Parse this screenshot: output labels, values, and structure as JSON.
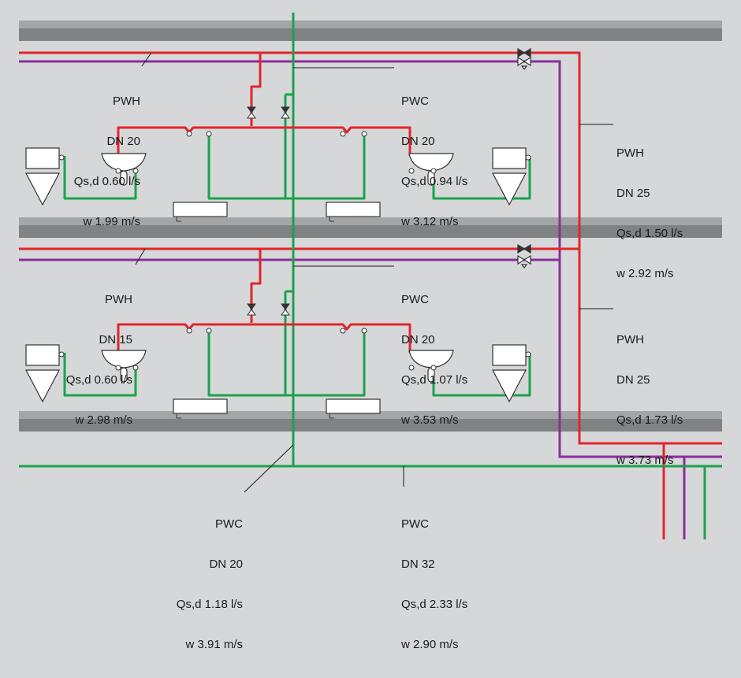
{
  "colors": {
    "background": "#d5d7d8",
    "floor_slab": "#808284",
    "floor_slab_light": "#a3a5a7",
    "pwh_hot_water": "#e3242b",
    "circulation": "#8a2d9c",
    "pwc_cold_water": "#1aa34a",
    "fixture_fill": "#ffffff",
    "leader_line": "#1a1a1a"
  },
  "labels": {
    "floor1_pwh": {
      "medium": "PWH",
      "dn": "DN 20",
      "flow": "Qs,d 0.60 l/s",
      "velocity": "w 1.99 m/s"
    },
    "floor1_pwc": {
      "medium": "PWC",
      "dn": "DN 20",
      "flow": "Qs,d 0.94 l/s",
      "velocity": "w 3.12 m/s"
    },
    "riser_pwh_upper": {
      "medium": "PWH",
      "dn": "DN 25",
      "flow": "Qs,d 1.50 l/s",
      "velocity": "w 2.92 m/s"
    },
    "floor2_pwh": {
      "medium": "PWH",
      "dn": "DN 15",
      "flow": "Qs,d 0.60 l/s",
      "velocity": "w 2.98 m/s"
    },
    "floor2_pwc": {
      "medium": "PWC",
      "dn": "DN 20",
      "flow": "Qs,d 1.07 l/s",
      "velocity": "w 3.53 m/s"
    },
    "riser_pwh_lower": {
      "medium": "PWH",
      "dn": "DN 25",
      "flow": "Qs,d 1.73 l/s",
      "velocity": "w 3.73 m/s"
    },
    "riser_pwc": {
      "medium": "PWC",
      "dn": "DN 20",
      "flow": "Qs,d 1.18 l/s",
      "velocity": "w 3.91 m/s"
    },
    "main_pwc": {
      "medium": "PWC",
      "dn": "DN 32",
      "flow": "Qs,d 2.33 l/s",
      "velocity": "w 2.90 m/s"
    }
  }
}
